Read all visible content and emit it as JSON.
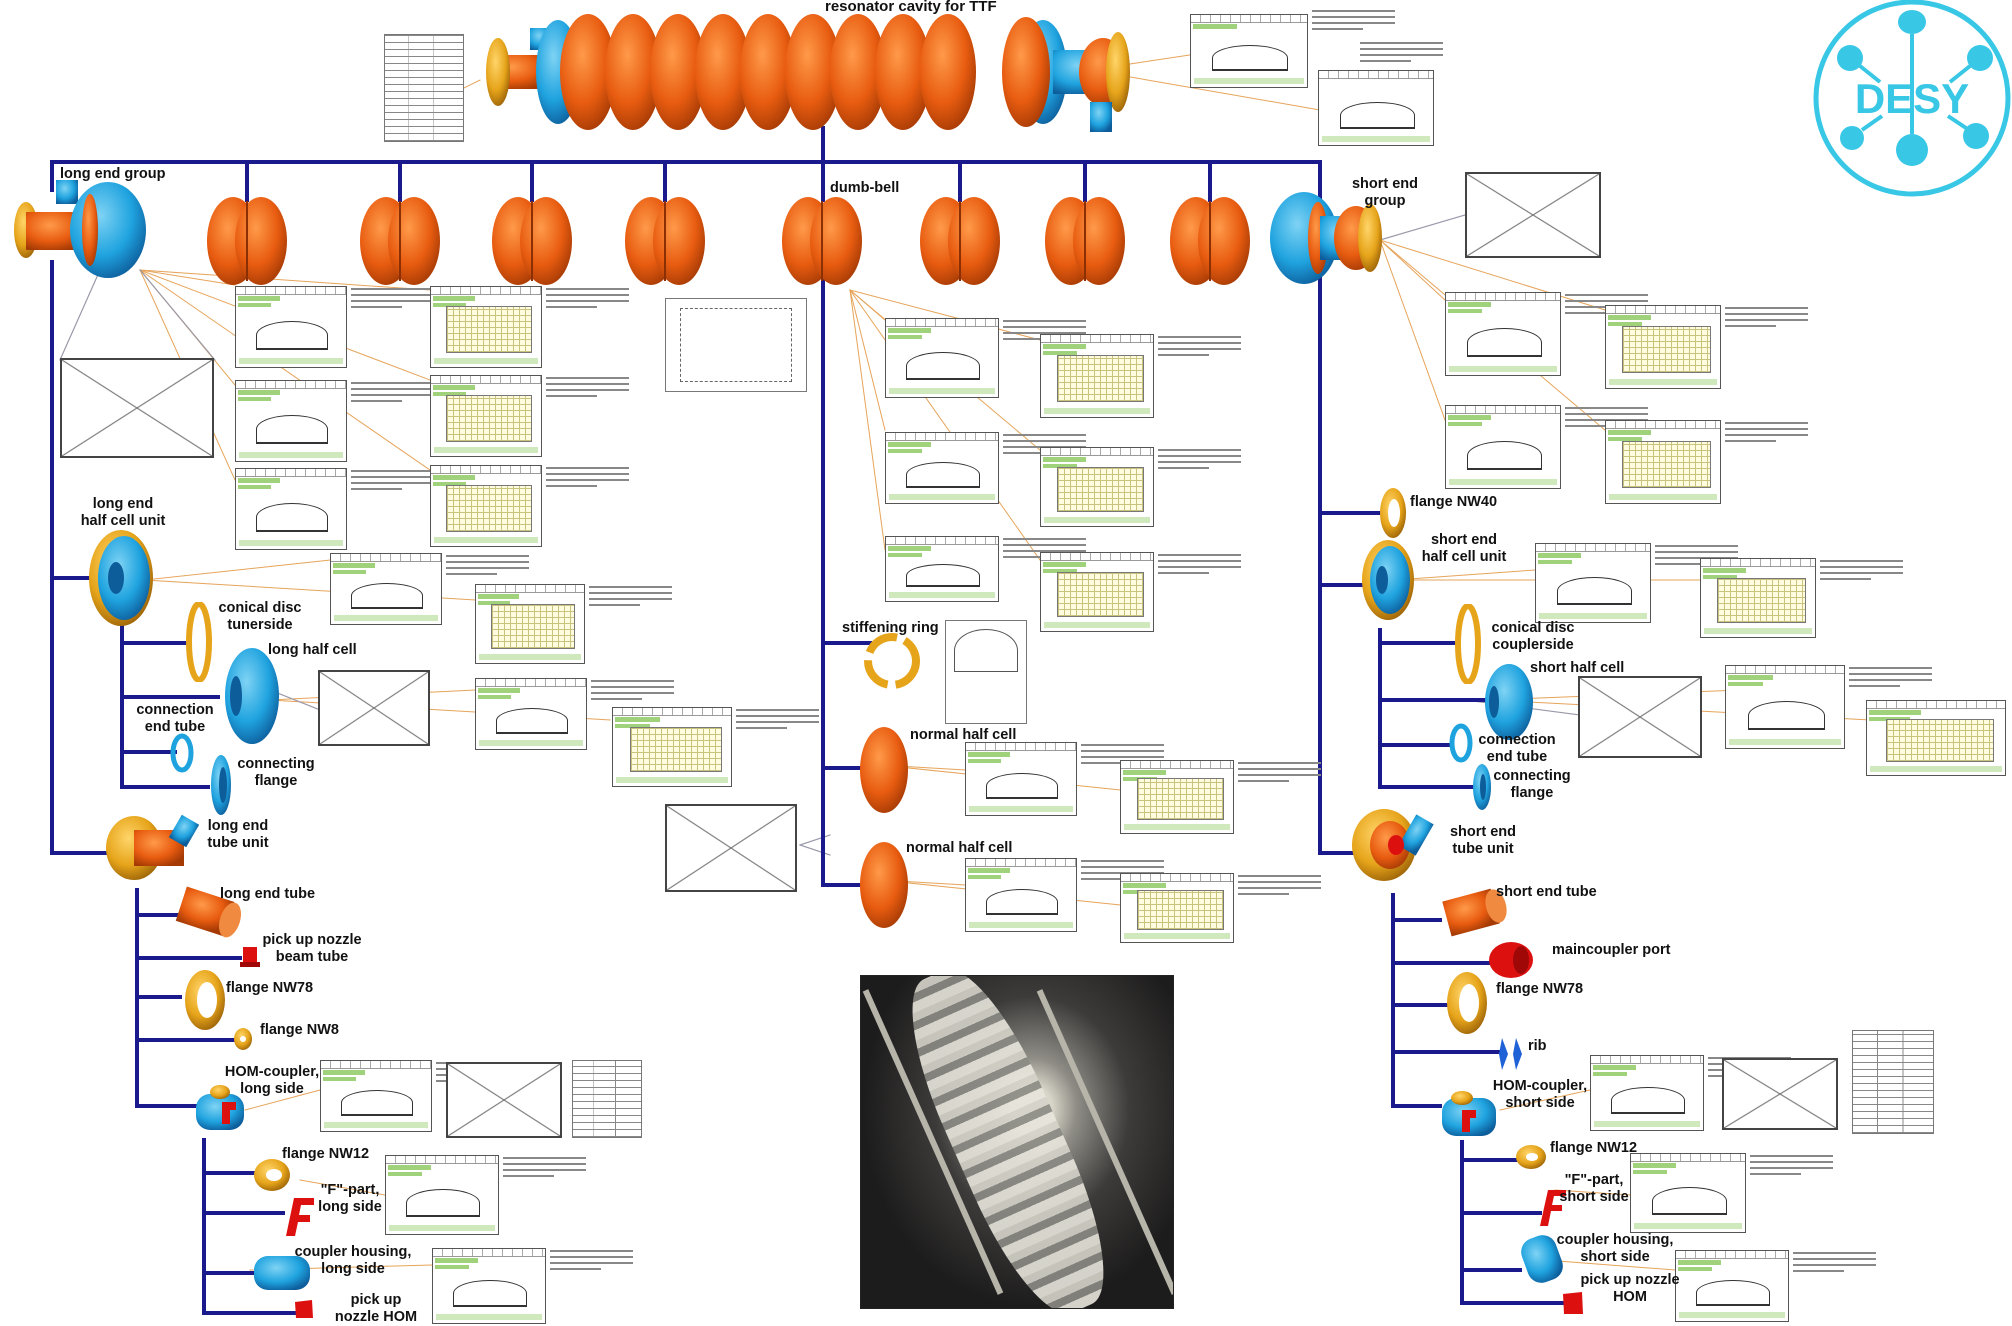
{
  "colors": {
    "tree": "#1a1a8c",
    "niobium_orange": "#e85c10",
    "flange_yellow": "#e6a41a",
    "cell_blue": "#1fa3df",
    "red_part": "#dd1010",
    "logo_cyan": "#39c7e6",
    "sheet_green": "#9fd27a"
  },
  "logo": {
    "text": "DESY"
  },
  "labels": {
    "resonator": "resonator cavity for TTF",
    "long_end_group": "long end group",
    "dumb_bell": "dumb-bell",
    "short_end_group": "short end\ngroup",
    "long_end_half_cell_unit": "long end\nhalf cell unit",
    "conical_disc_tunerside": "conical disc\ntunerside",
    "long_half_cell": "long half cell",
    "connection_end_tube_left": "connection\nend tube",
    "connecting_flange_left": "connecting\nflange",
    "long_end_tube_unit": "long end\ntube unit",
    "long_end_tube": "long end tube",
    "pick_up_nozzle_beam_tube": "pick up nozzle\nbeam tube",
    "flange_nw78_left": "flange NW78",
    "flange_nw8": "flange NW8",
    "hom_coupler_long": "HOM-coupler,\nlong side",
    "flange_nw12_left": "flange NW12",
    "f_part_long": "\"F\"-part,\nlong side",
    "coupler_housing_long": "coupler housing,\nlong side",
    "pick_up_nozzle_hom_left": "pick up\nnozzle HOM",
    "stiffening_ring": "stiffening ring",
    "normal_half_cell_1": "normal half cell",
    "normal_half_cell_2": "normal half cell",
    "flange_nw40": "flange NW40",
    "short_end_half_cell_unit": "short end\nhalf cell unit",
    "conical_disc_couplerside": "conical disc\ncouplerside",
    "short_half_cell": "short half cell",
    "connection_end_tube_right": "connection\nend tube",
    "connecting_flange_right": "connecting\nflange",
    "short_end_tube_unit": "short end\ntube unit",
    "short_end_tube": "short end tube",
    "maincoupler_port": "maincoupler port",
    "flange_nw78_right": "flange NW78",
    "rib": "rib",
    "hom_coupler_short": "HOM-coupler,\nshort side",
    "flange_nw12_right": "flange NW12",
    "f_part_short": "\"F\"-part,\nshort side",
    "coupler_housing_short": "coupler housing,\nshort side",
    "pick_up_nozzle_hom_right": "pick up nozzle\nHOM"
  },
  "icons": [
    "cavity-assembly",
    "end-group",
    "dumb-bell",
    "half-cell-unit",
    "conical-disc",
    "half-cell",
    "ring",
    "flange",
    "tube-unit",
    "tube",
    "nozzle",
    "rib",
    "hom-coupler",
    "f-part",
    "coupler-housing",
    "stiffening-ring",
    "inspection-sheet",
    "placeholder-box",
    "photo-cavity",
    "desy-logo"
  ]
}
